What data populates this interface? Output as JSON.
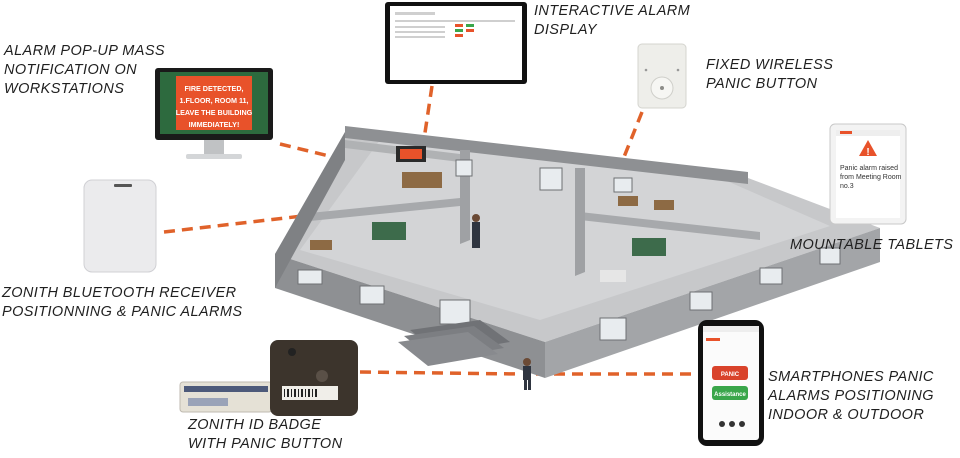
{
  "labels": {
    "interactive_alarm": [
      "INTERACTIVE ALARM",
      "DISPLAY"
    ],
    "alarm_popup": [
      "ALARM POP-UP MASS",
      "NOTIFICATION ON",
      "WORKSTATIONS"
    ],
    "fixed_wireless": [
      "FIXED WIRELESS",
      "PANIC BUTTON"
    ],
    "mountable_tablets": [
      "MOUNTABLE TABLETS"
    ],
    "bluetooth_receiver": [
      "ZONITH BLUETOOTH RECEIVER",
      "POSITIONNING & PANIC ALARMS"
    ],
    "id_badge": [
      "ZONITH ID BADGE",
      "WITH PANIC BUTTON"
    ],
    "smartphones": [
      "SMARTPHONES PANIC",
      "ALARMS POSITIONING",
      "INDOOR & OUTDOOR"
    ]
  },
  "monitor_alarm": [
    "FIRE DETECTED,",
    "1.FLOOR, ROOM 11,",
    "LEAVE THE BUILDING",
    "IMMEDIATELY!"
  ],
  "tablet_message": [
    "Panic alarm raised",
    "from Meeting Room",
    "no.3"
  ],
  "phone_buttons": [
    "PANIC",
    "Assistance"
  ],
  "colors": {
    "connector": "#e0622a",
    "alarm_red": "#e8522a",
    "panic_red": "#d9432b",
    "assistance_green": "#3aa64a",
    "wall": "#9a9c9f",
    "floor": "#c7c8ca"
  }
}
